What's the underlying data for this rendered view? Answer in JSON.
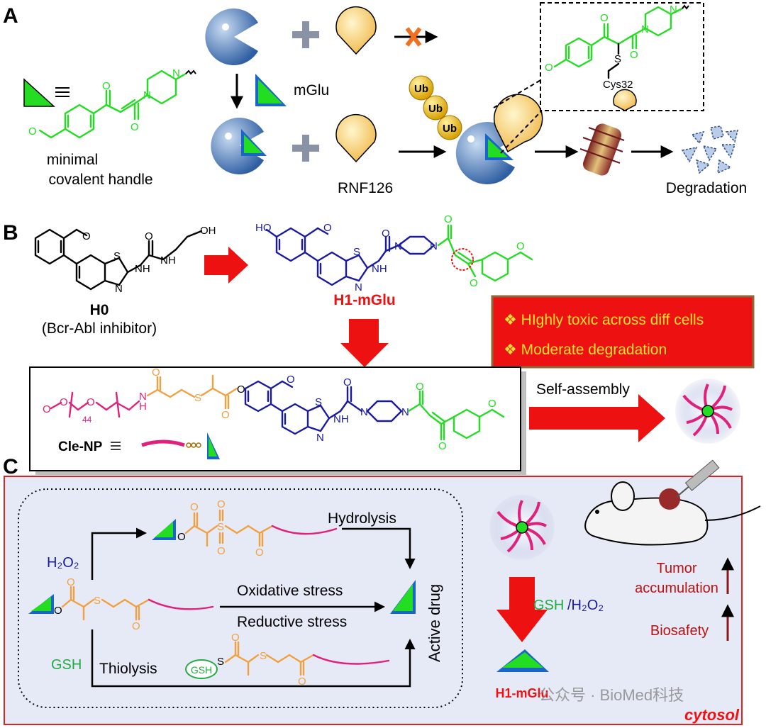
{
  "panels": {
    "a": "A",
    "b": "B",
    "c": "C"
  },
  "panel_a": {
    "handle_label_1": "minimal",
    "handle_label_2": "covalent handle",
    "mglu": "mGlu",
    "rnf126": "RNF126",
    "ub": "Ub",
    "cys": "Cys32",
    "degradation": "Degradation"
  },
  "panel_b": {
    "h0": "H0",
    "h0_sub": "(Bcr-Abl inhibitor)",
    "h1": "H1-mGlu",
    "note_1": "❖ HIghly toxic across diff cells",
    "note_2": "❖ Moderate degradation",
    "cle_np": "Cle-NP",
    "self_assembly": "Self-assembly",
    "peg_n": "44"
  },
  "panel_c": {
    "h2o2": "H₂O₂",
    "gsh": "GSH",
    "hydrolysis": "Hydrolysis",
    "oxidative": "Oxidative stress",
    "reductive": "Reductive stress",
    "thiolysis": "Thiolysis",
    "active_drug": "Active drug",
    "gsh_h2o2_a": "GSH",
    "gsh_h2o2_b": "/H₂O₂",
    "h1": "H1-mGlu",
    "tumor_1": "Tumor",
    "tumor_2": "accumulation",
    "biosafety": "Biosafety",
    "cytosol": "cytosol",
    "watermark": "公众号 · BioMed科技"
  },
  "colors": {
    "handle_green": "#22dd22",
    "scaffold_blue": "#1a1aa0",
    "linker_orange": "#f0a040",
    "peg_magenta": "#e0207a",
    "highlight_red": "#ee1111",
    "panel_c_bg": "#e6eaf6",
    "note_box_bg": "#ee1111",
    "note_text": "#ffe033"
  }
}
